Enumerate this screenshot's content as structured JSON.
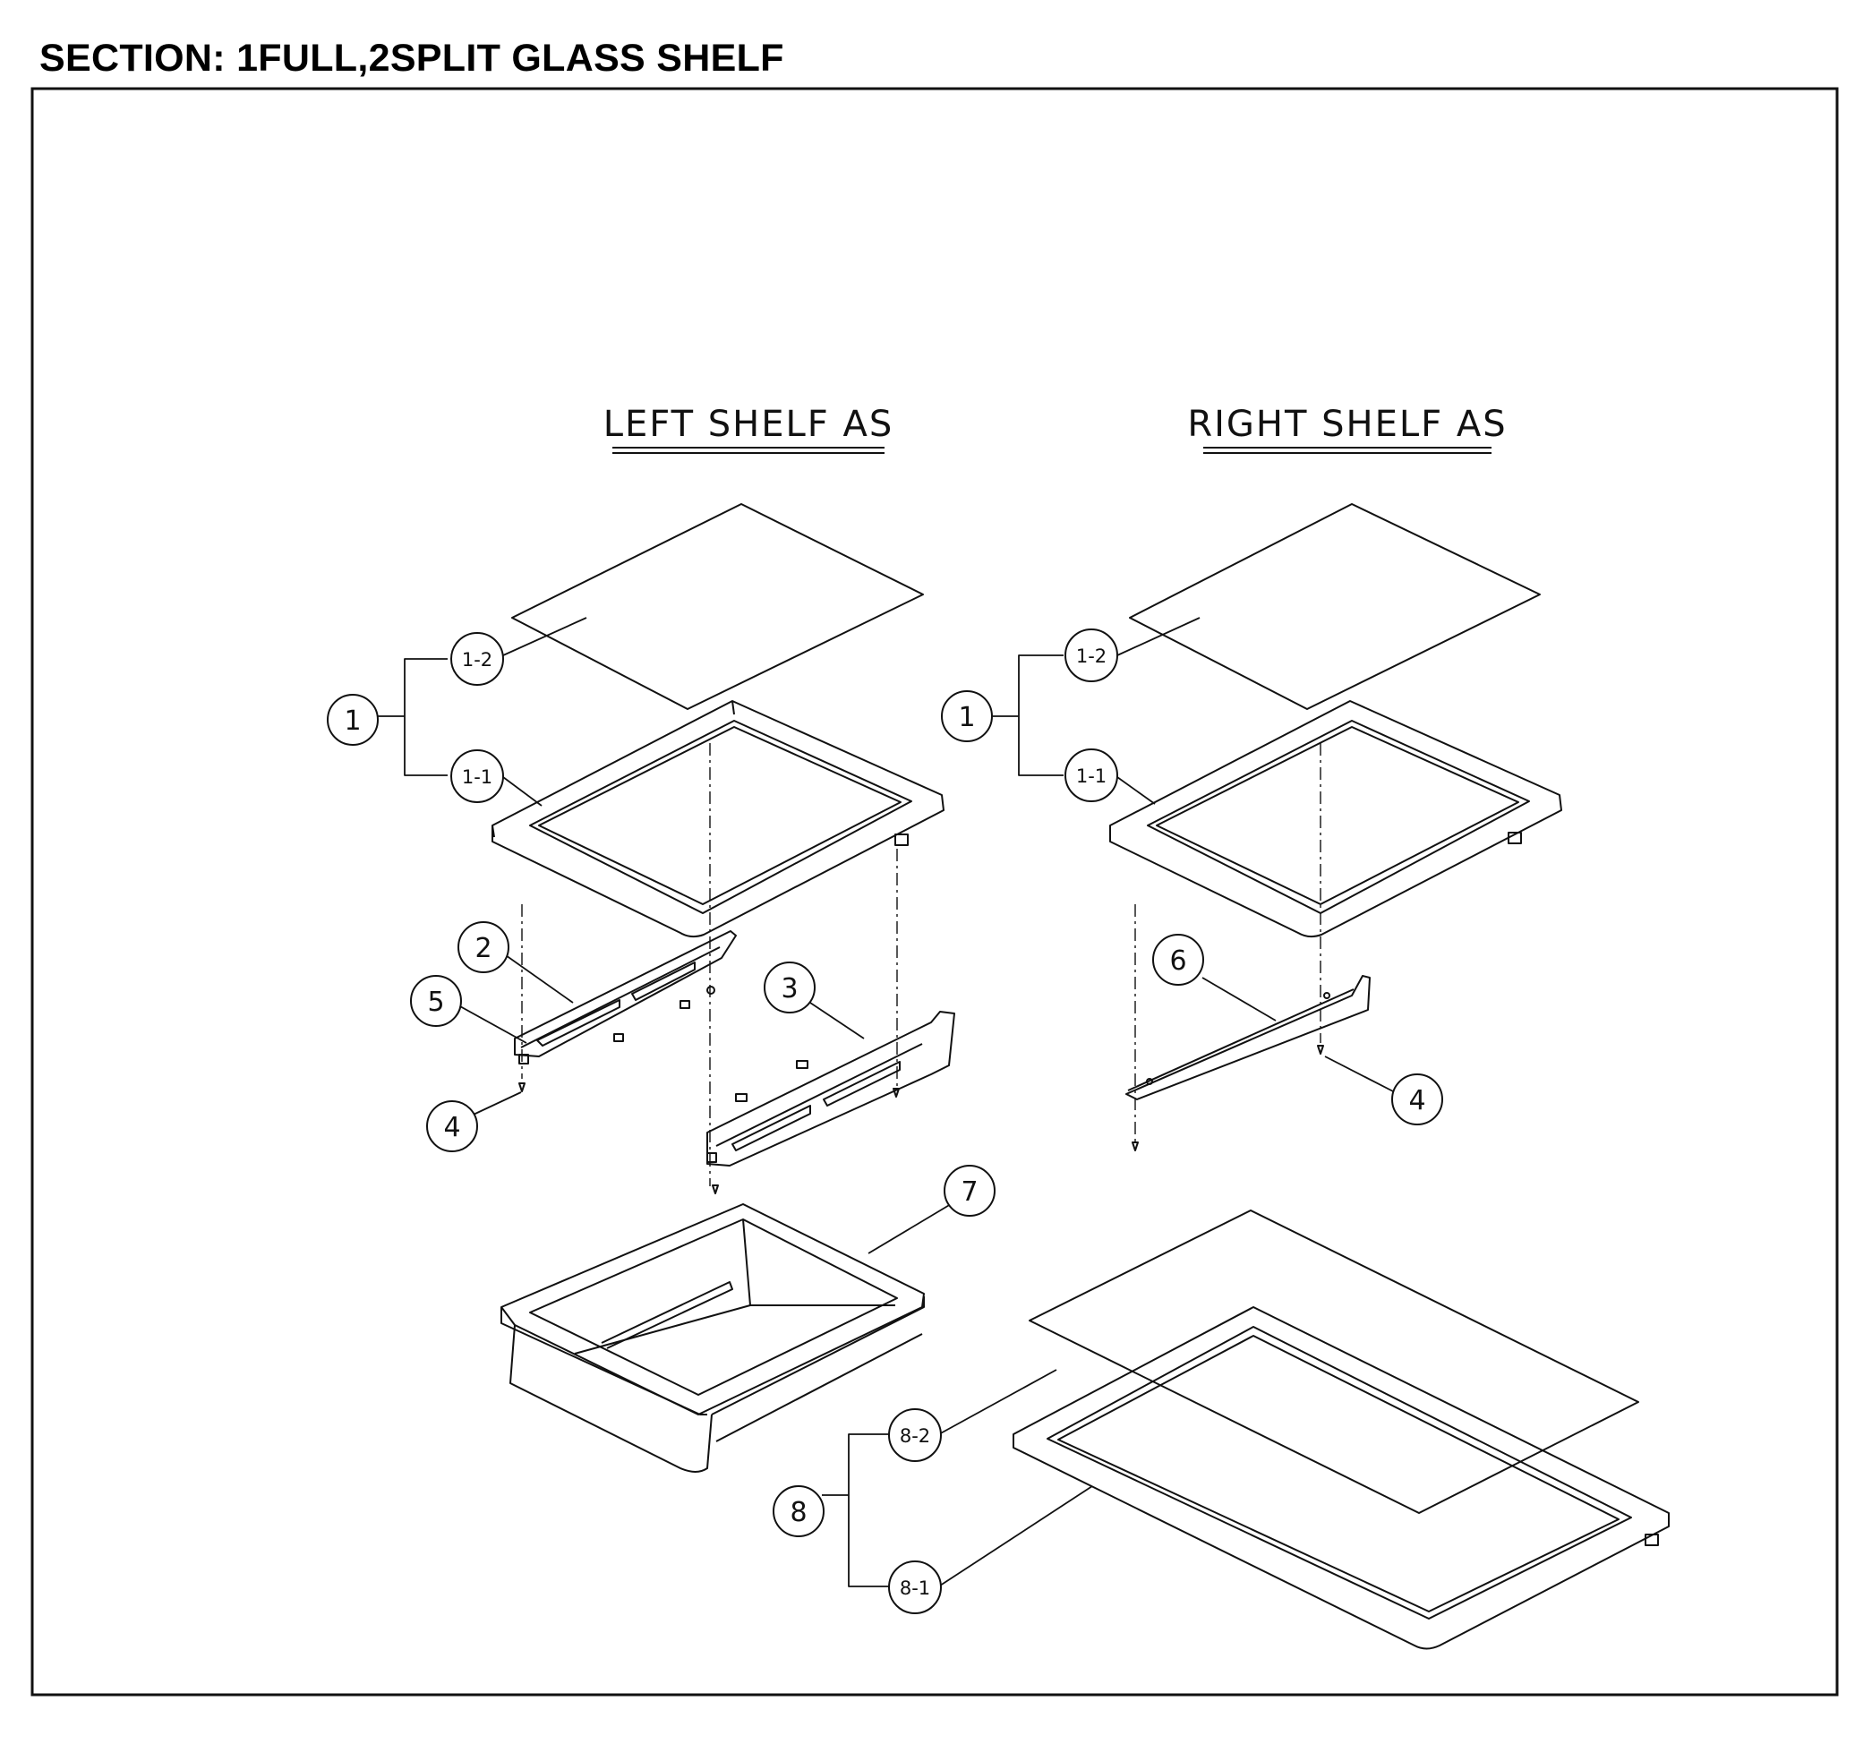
{
  "section_title": "SECTION: 1FULL,2SPLIT GLASS SHELF",
  "assemblies": {
    "left": "LEFT SHELF AS",
    "right": "RIGHT SHELF AS"
  },
  "callouts": {
    "left_1": "1",
    "left_1_1": "1-1",
    "left_1_2": "1-2",
    "left_2": "2",
    "left_3": "3",
    "left_4": "4",
    "left_5": "5",
    "right_1": "1",
    "right_1_1": "1-1",
    "right_1_2": "1-2",
    "right_4": "4",
    "right_6": "6",
    "item_7": "7",
    "item_8": "8",
    "item_8_1": "8-1",
    "item_8_2": "8-2"
  },
  "colors": {
    "line": "#111111",
    "background": "#ffffff"
  }
}
